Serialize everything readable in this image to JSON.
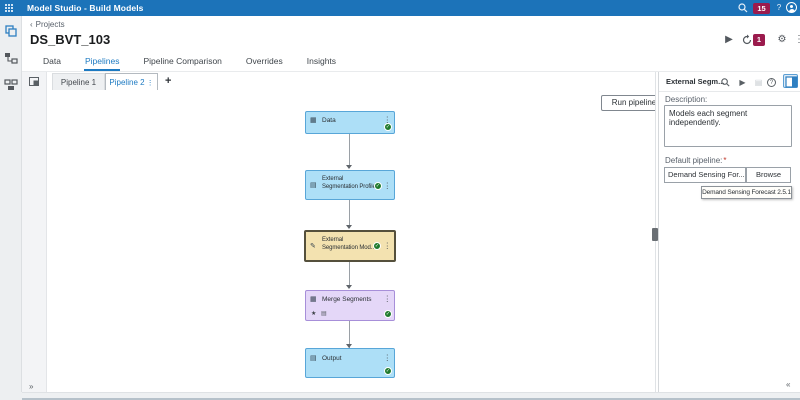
{
  "app_bar": {
    "title": "Model Studio - Build Models",
    "notification_badge": "15",
    "help": "?"
  },
  "breadcrumb": {
    "chevron": "‹",
    "back_label": "Projects"
  },
  "project": {
    "title": "DS_BVT_103",
    "run_badge": "1"
  },
  "main_tabs": [
    {
      "label": "Data"
    },
    {
      "label": "Pipelines"
    },
    {
      "label": "Pipeline Comparison"
    },
    {
      "label": "Overrides"
    },
    {
      "label": "Insights"
    }
  ],
  "pipeline_tabs": {
    "tab1": "Pipeline 1",
    "tab2": "Pipeline 2",
    "add_label": "+"
  },
  "canvas": {
    "run_button": "Run pipeline",
    "nodes": [
      {
        "label": "Data"
      },
      {
        "label": "External Segmentation Profile"
      },
      {
        "label": "External Segmentation Mod..."
      },
      {
        "label": "Merge Segments"
      },
      {
        "label": "Output"
      }
    ]
  },
  "right_panel": {
    "title": "External Segm...",
    "description_label": "Description:",
    "description_value": "Models each segment independently.",
    "default_pipeline_label": "Default pipeline:",
    "required_marker": "*",
    "pipeline_value": "Demand Sensing For...",
    "browse_label": "Browse",
    "tooltip": "Demand Sensing Forecast 2.5.1"
  },
  "icons": {
    "kebab": "⋮",
    "check": "✓",
    "star": "★",
    "play": "▶",
    "gear": "⚙",
    "help": "?",
    "grid_node": "▦",
    "sheet_node": "▤",
    "edit_node": "✎",
    "collapse_left": "«",
    "expand_right": "»"
  },
  "colors": {
    "app_bar_blue": "#1c73b9",
    "badge_maroon": "#9b1b4d",
    "accent_blue": "#1d7ac2",
    "node_blue_bg": "#addff7",
    "node_blue_border": "#58a6d8",
    "node_selected_bg": "#f3e2b0",
    "node_selected_border": "#55503c",
    "node_purple_bg": "#e4d7f8",
    "node_purple_border": "#a78fd9",
    "status_green": "#1f7a2d"
  }
}
